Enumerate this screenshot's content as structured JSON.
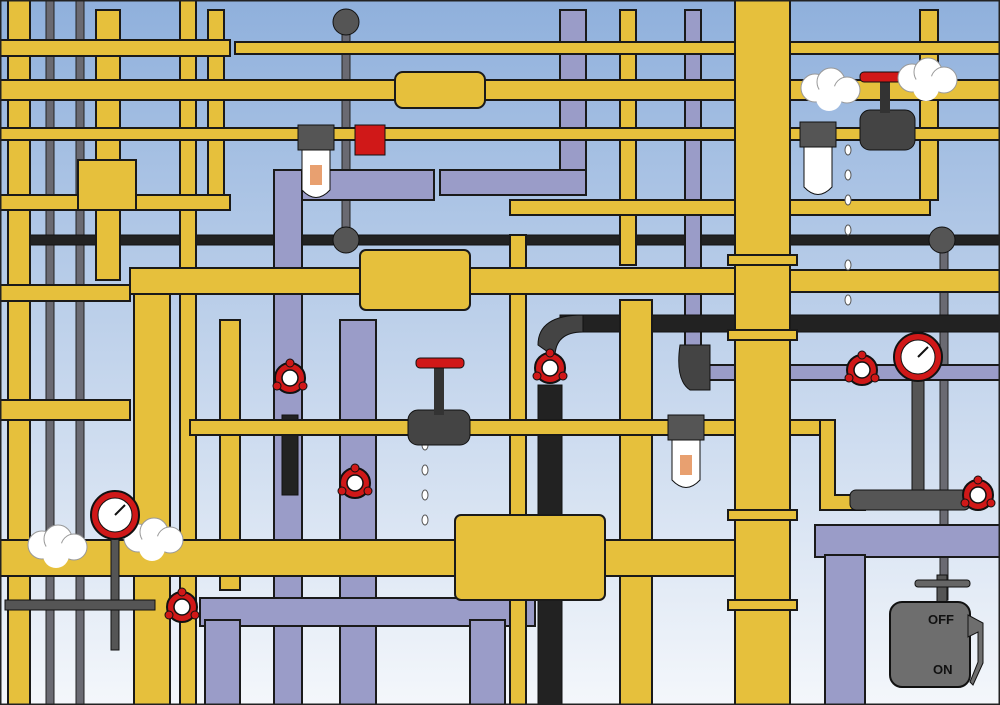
{
  "game": {
    "switch": {
      "off_label": "OFF",
      "on_label": "ON",
      "state": "off"
    },
    "valves": [
      {
        "id": "valve-1",
        "state": "closed"
      },
      {
        "id": "valve-2",
        "state": "closed"
      },
      {
        "id": "valve-3",
        "state": "closed"
      },
      {
        "id": "valve-4",
        "state": "closed"
      },
      {
        "id": "valve-5",
        "state": "closed"
      },
      {
        "id": "valve-6",
        "state": "closed"
      }
    ]
  },
  "colors": {
    "yellow_pipe": "#e6c03c",
    "lavender_pipe": "#9a9cc8",
    "valve_red": "#d01818",
    "sky_top": "#8fb0dc",
    "sky_bottom": "#f4f7fb"
  }
}
